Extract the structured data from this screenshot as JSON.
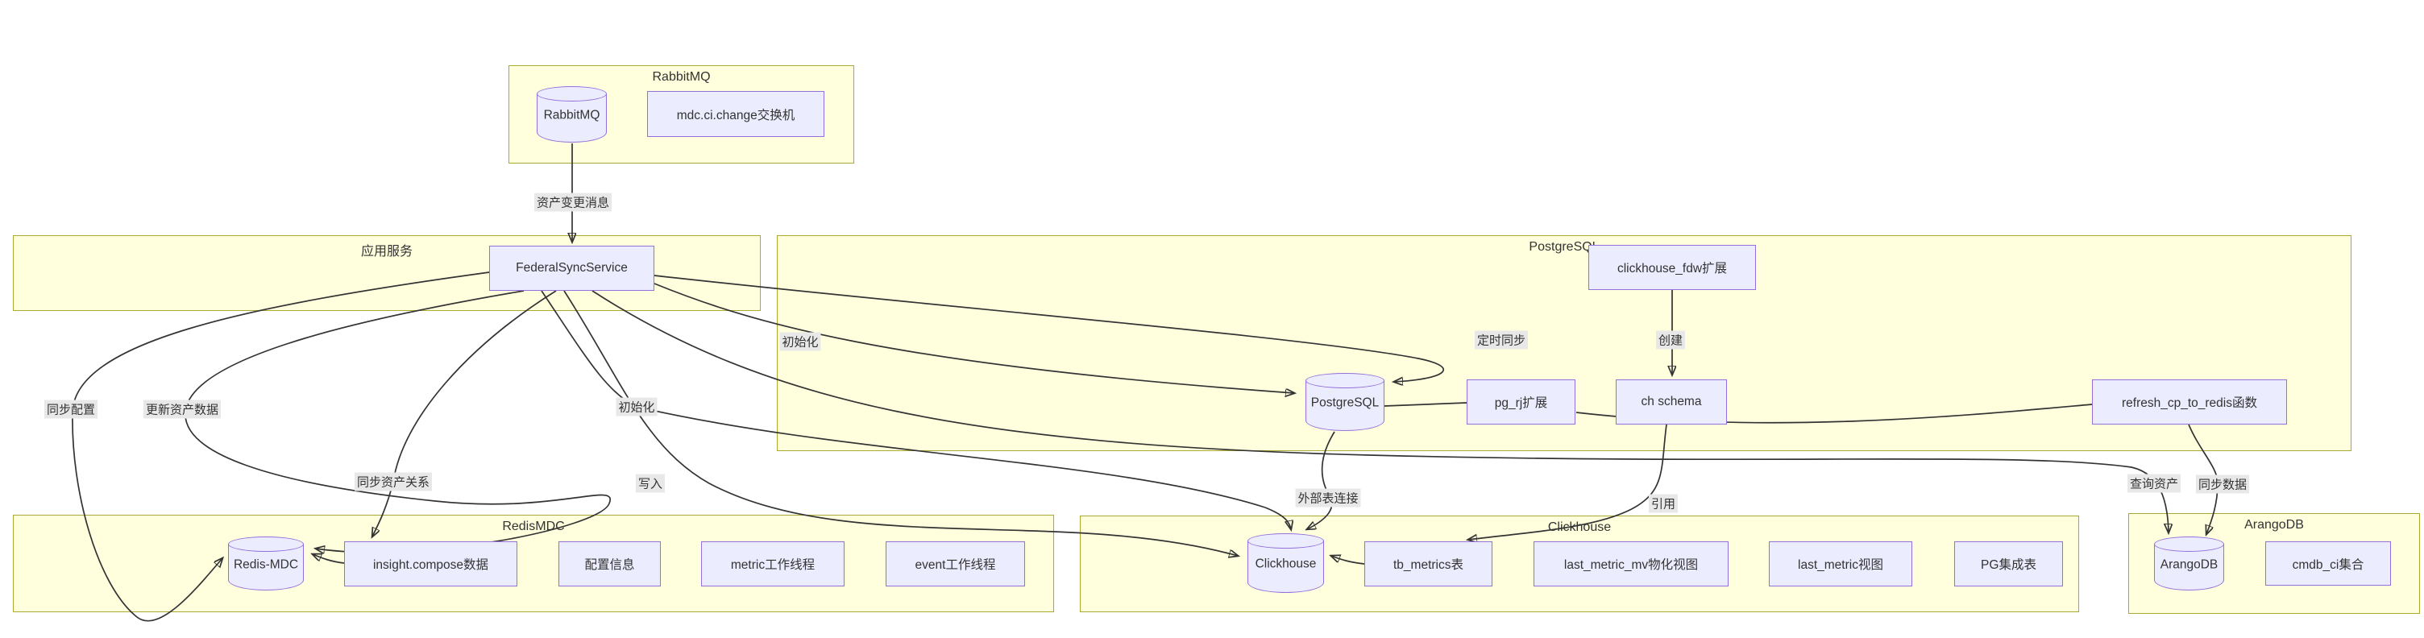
{
  "clusters": {
    "rabbitmq": {
      "title": "RabbitMQ"
    },
    "app": {
      "title": "应用服务"
    },
    "postgresql": {
      "title": "PostgreSQL"
    },
    "redis": {
      "title": "RedisMDC"
    },
    "clickhouse": {
      "title": "Clickhouse"
    },
    "arangodb": {
      "title": "ArangoDB"
    }
  },
  "nodes": {
    "mq_cyl": "RabbitMQ",
    "mq_exchange": "mdc.ci.change交换机",
    "fss": "FederalSyncService",
    "fdw": "clickhouse_fdw扩展",
    "pg_cyl": "PostgreSQL",
    "pg_rj": "pg_rj扩展",
    "ch_schema": "ch schema",
    "refresh_fn": "refresh_cp_to_redis函数",
    "redis_cyl": "Redis-MDC",
    "insight": "insight.compose数据",
    "config": "配置信息",
    "metric_worker": "metric工作线程",
    "event_worker": "event工作线程",
    "ch_cyl": "Clickhouse",
    "tb_metrics": "tb_metrics表",
    "last_metric_mv": "last_metric_mv物化视图",
    "last_metric_view": "last_metric视图",
    "pg_table": "PG集成表",
    "arango_cyl": "ArangoDB",
    "cmdb": "cmdb_ci集合"
  },
  "edge_labels": {
    "asset_change": "资产变更消息",
    "sync_config": "同步配置",
    "update_asset": "更新资产数据",
    "init_left": "初始化",
    "init_inner": "初始化",
    "timed_sync": "定时同步",
    "create": "创建",
    "sync_relation": "同步资产关系",
    "write": "写入",
    "external_table": "外部表连接",
    "reference": "引用",
    "query_asset": "查询资产",
    "sync_data": "同步数据"
  },
  "colors": {
    "cluster_fill": "#ffffde",
    "cluster_border": "#aaaa33",
    "node_fill": "#ECECFF",
    "node_border": "#9370DB",
    "edge": "#333333",
    "edge_label_bg": "#e8e8e8"
  }
}
